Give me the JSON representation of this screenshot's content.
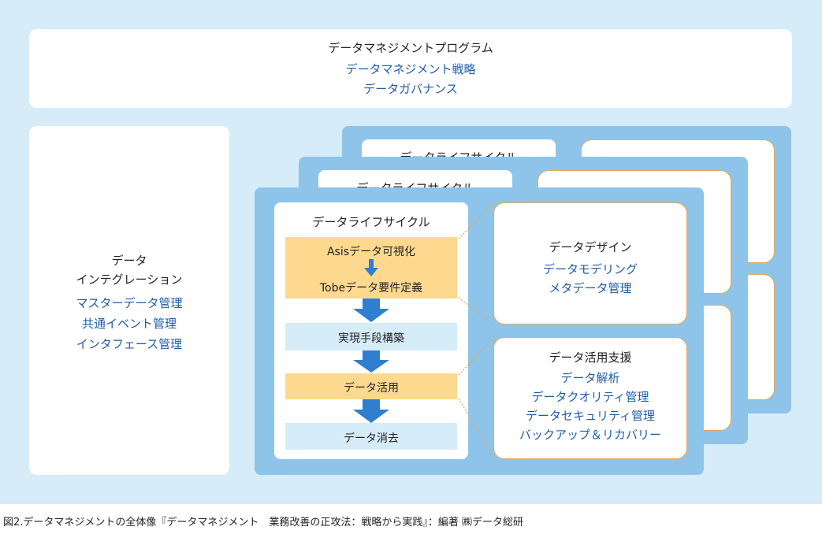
{
  "program": {
    "title": "データマネジメントプログラム",
    "items": [
      "データマネジメント戦略",
      "データガバナンス"
    ]
  },
  "integration": {
    "title_lines": [
      "データ",
      "インテグレーション"
    ],
    "items": [
      "マスターデータ管理",
      "共通イベント管理",
      "インタフェース管理"
    ]
  },
  "lifecycle": {
    "title": "データライフサイクル",
    "steps": [
      "Asisデータ可視化",
      "Tobeデータ要件定義",
      "実現手段構築",
      "データ活用",
      "データ消去"
    ]
  },
  "design": {
    "title": "データデザイン",
    "items": [
      "データモデリング",
      "メタデータ管理"
    ]
  },
  "support": {
    "title": "データ活用支援",
    "items": [
      "データ解析",
      "データクオリティ管理",
      "データセキュリティ管理",
      "バックアップ＆リカバリー"
    ]
  },
  "caption": "図2.データマネジメントの全体像『データマネジメント　業務改善の正攻法：戦略から実践』：編著 ㈱データ総研",
  "colors": {
    "background": "#d6ecf8",
    "panel": "#8ec4ea",
    "highlight_step": "#fcd98f",
    "plain_step": "#d6ecf8",
    "arrow": "#2f7fd0",
    "item_text": "#1f5ca9",
    "connector": "#e2a95a"
  }
}
